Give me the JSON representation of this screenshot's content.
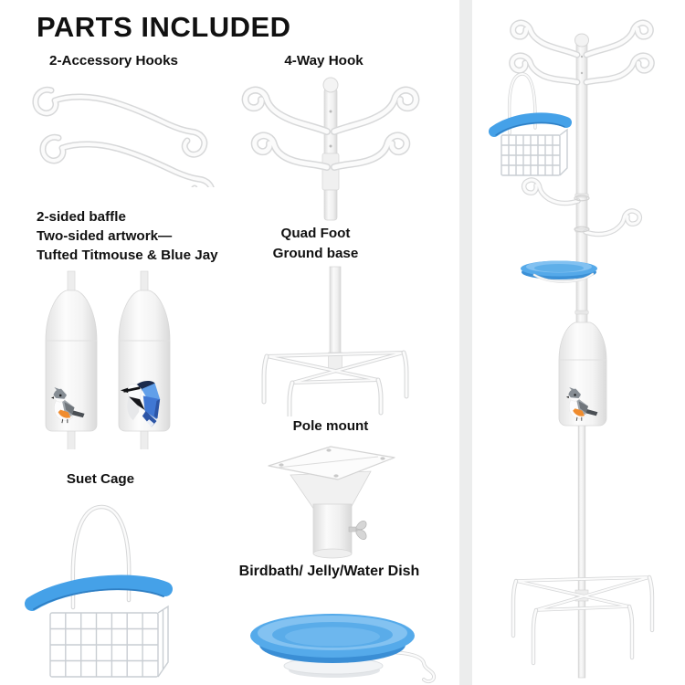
{
  "title": "PARTS INCLUDED",
  "colors": {
    "text_color": "#111111",
    "accent_blue": "#45a1e8",
    "accent_blue_dark": "#2f7fc4",
    "accent_blue_light": "#82c1f1",
    "wire_gray": "#d7d8d9",
    "divider_gray": "#eceded",
    "titmouse_orange": "#f08c2e",
    "jay_blue": "#4077d3"
  },
  "parts": {
    "accessory_hooks": {
      "label": "2-Accessory Hooks"
    },
    "four_way_hook": {
      "label": "4-Way Hook"
    },
    "baffle": {
      "label_lines": [
        "2-sided baffle",
        "Two-sided artwork—",
        "Tufted Titmouse & Blue Jay"
      ]
    },
    "quad_foot": {
      "label_lines": [
        "Quad Foot",
        "Ground base"
      ]
    },
    "suet_cage": {
      "label": "Suet Cage"
    },
    "pole_mount": {
      "label": "Pole mount"
    },
    "birdbath": {
      "label": "Birdbath/ Jelly/Water Dish"
    }
  }
}
